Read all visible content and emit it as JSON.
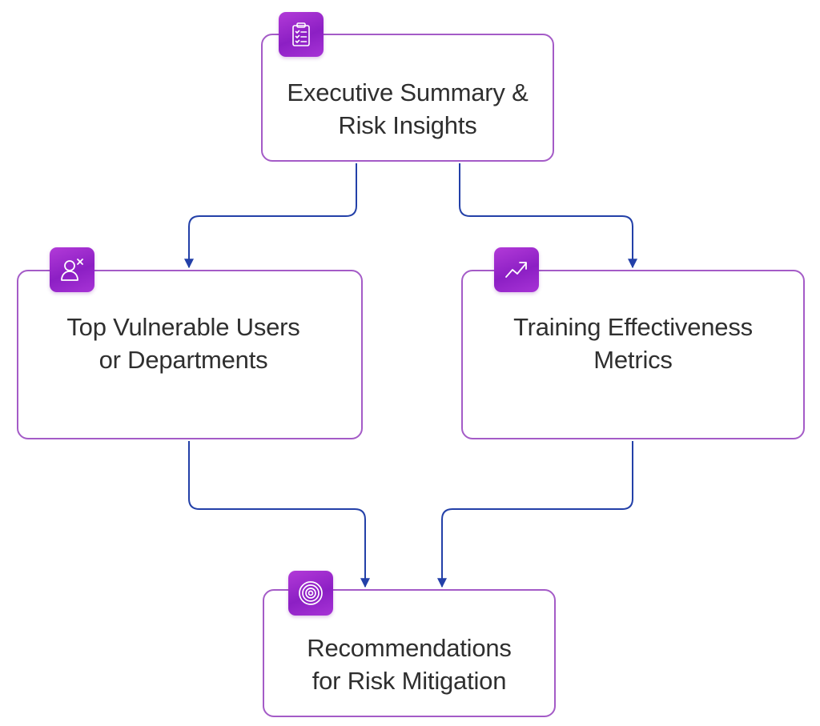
{
  "nodes": {
    "executive": {
      "lines": [
        "Executive Summary &",
        "Risk Insights"
      ],
      "icon": "clipboard-checklist-icon"
    },
    "vulnerable": {
      "lines": [
        "Top Vulnerable Users",
        "or Departments"
      ],
      "icon": "user-remove-icon"
    },
    "training": {
      "lines": [
        "Training Effectiveness",
        "Metrics"
      ],
      "icon": "trend-up-icon"
    },
    "recommendations": {
      "lines": [
        "Recommendations",
        "for Risk Mitigation"
      ],
      "icon": "target-icon"
    }
  },
  "colors": {
    "node_border": "#a45bc7",
    "badge": "#9b27cf",
    "connector": "#2340a8",
    "text": "#2f2f2f"
  }
}
